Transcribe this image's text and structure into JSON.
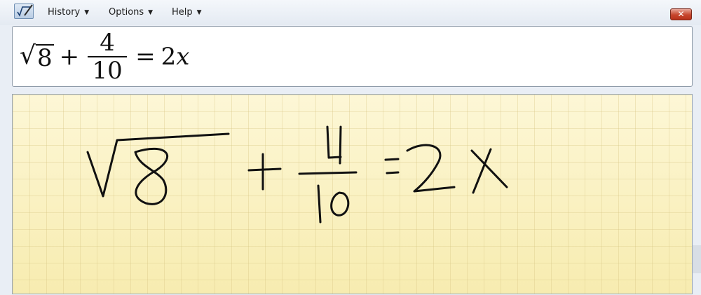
{
  "menu": {
    "history": "History",
    "options": "Options",
    "help": "Help",
    "caret": "▼"
  },
  "window": {
    "close_glyph": "✕"
  },
  "preview": {
    "radicand": "8",
    "plus": "+",
    "numerator": "4",
    "denominator": "10",
    "equals": "=",
    "rhs_coefficient": "2",
    "rhs_variable": "x"
  },
  "colors": {
    "ink": "#111111",
    "writing_background": "#fbf3c3",
    "close_button": "#c6452c"
  },
  "icons": [
    "math-input-panel-icon",
    "close-icon"
  ]
}
